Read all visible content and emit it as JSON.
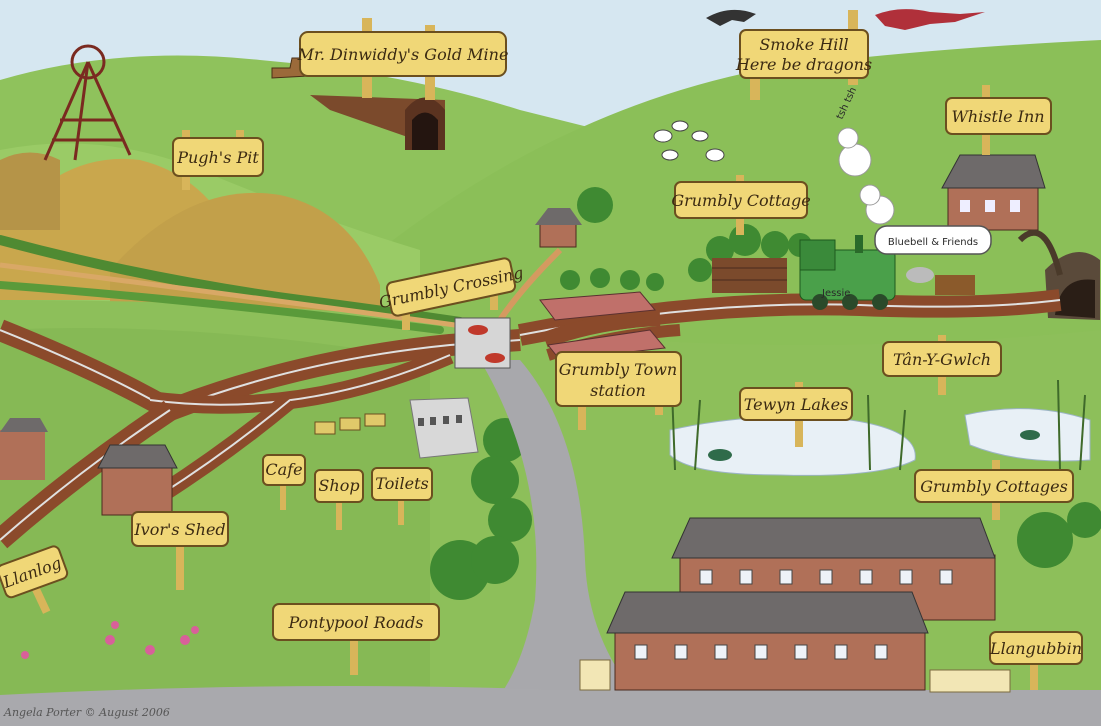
{
  "signs": {
    "gold_mine": "Mr. Dinwiddy's Gold Mine",
    "smoke_hill_1": "Smoke Hill",
    "smoke_hill_2": "Here be dragons",
    "pughs_pit": "Pugh's Pit",
    "whistle_inn": "Whistle Inn",
    "grumbly_cottage": "Grumbly Cottage",
    "bluebell": "Bluebell & Friends",
    "grumbly_crossing": "Grumbly Crossing",
    "grumbly_town_1": "Grumbly Town",
    "grumbly_town_2": "station",
    "tan_y_gwlch": "Tân-Y-Gwlch",
    "tewyn_lakes": "Tewyn Lakes",
    "grumbly_cottages": "Grumbly Cottages",
    "cafe": "Cafe",
    "shop": "Shop",
    "toilets": "Toilets",
    "ivors_shed": "Ivor's Shed",
    "llanlog": "Llanlog",
    "pontypool_roads": "Pontypool Roads",
    "llangubbin": "Llangubbin"
  },
  "engine_name": "Jessie",
  "steam_text": "tsh tsh",
  "credit": "Angela Porter © August 2006",
  "colors": {
    "sky": "#cfe3ef",
    "grass": "#8dbf5a",
    "grass_dark": "#6ea544",
    "hill_ochre": "#c9a24a",
    "track": "#8b4a2b",
    "rail": "#dcdcdc",
    "road": "#a9a9ad",
    "sign": "#f0d777",
    "sign_border": "#6b4f1f",
    "water": "#e8f0f6",
    "roof": "#6e6a6a",
    "brick": "#b07058"
  }
}
